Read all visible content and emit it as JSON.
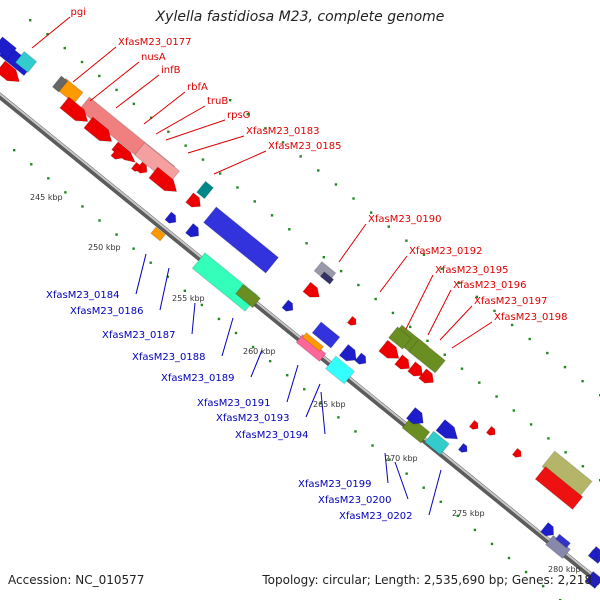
{
  "title": "Xylella fastidiosa M23, complete genome",
  "accession": "Accession: NC_010577",
  "topology": "Topology: circular; Length: 2,535,690 bp; Genes: 2,218",
  "colors": {
    "forward_label": "#dd0000",
    "reverse_label": "#0000bb",
    "backbone": "#777777",
    "tick_marks": "#228822"
  },
  "forward_labels": [
    "pgi",
    "XfasM23_0177",
    "nusA",
    "infB",
    "rbfA",
    "truB",
    "rpsO",
    "XfasM23_0183",
    "XfasM23_0185",
    "XfasM23_0190",
    "XfasM23_0192",
    "XfasM23_0195",
    "XfasM23_0196",
    "XfasM23_0197",
    "XfasM23_0198"
  ],
  "reverse_labels": [
    "XfasM23_0184",
    "XfasM23_0186",
    "XfasM23_0187",
    "XfasM23_0188",
    "XfasM23_0189",
    "XfasM23_0191",
    "XfasM23_0193",
    "XfasM23_0194",
    "XfasM23_0199",
    "XfasM23_0200",
    "XfasM23_0202"
  ],
  "scale_ticks": [
    "245 kbp",
    "250 kbp",
    "255 kbp",
    "260 kbp",
    "265 kbp",
    "270 kbp",
    "275 kbp",
    "280 kbp"
  ]
}
